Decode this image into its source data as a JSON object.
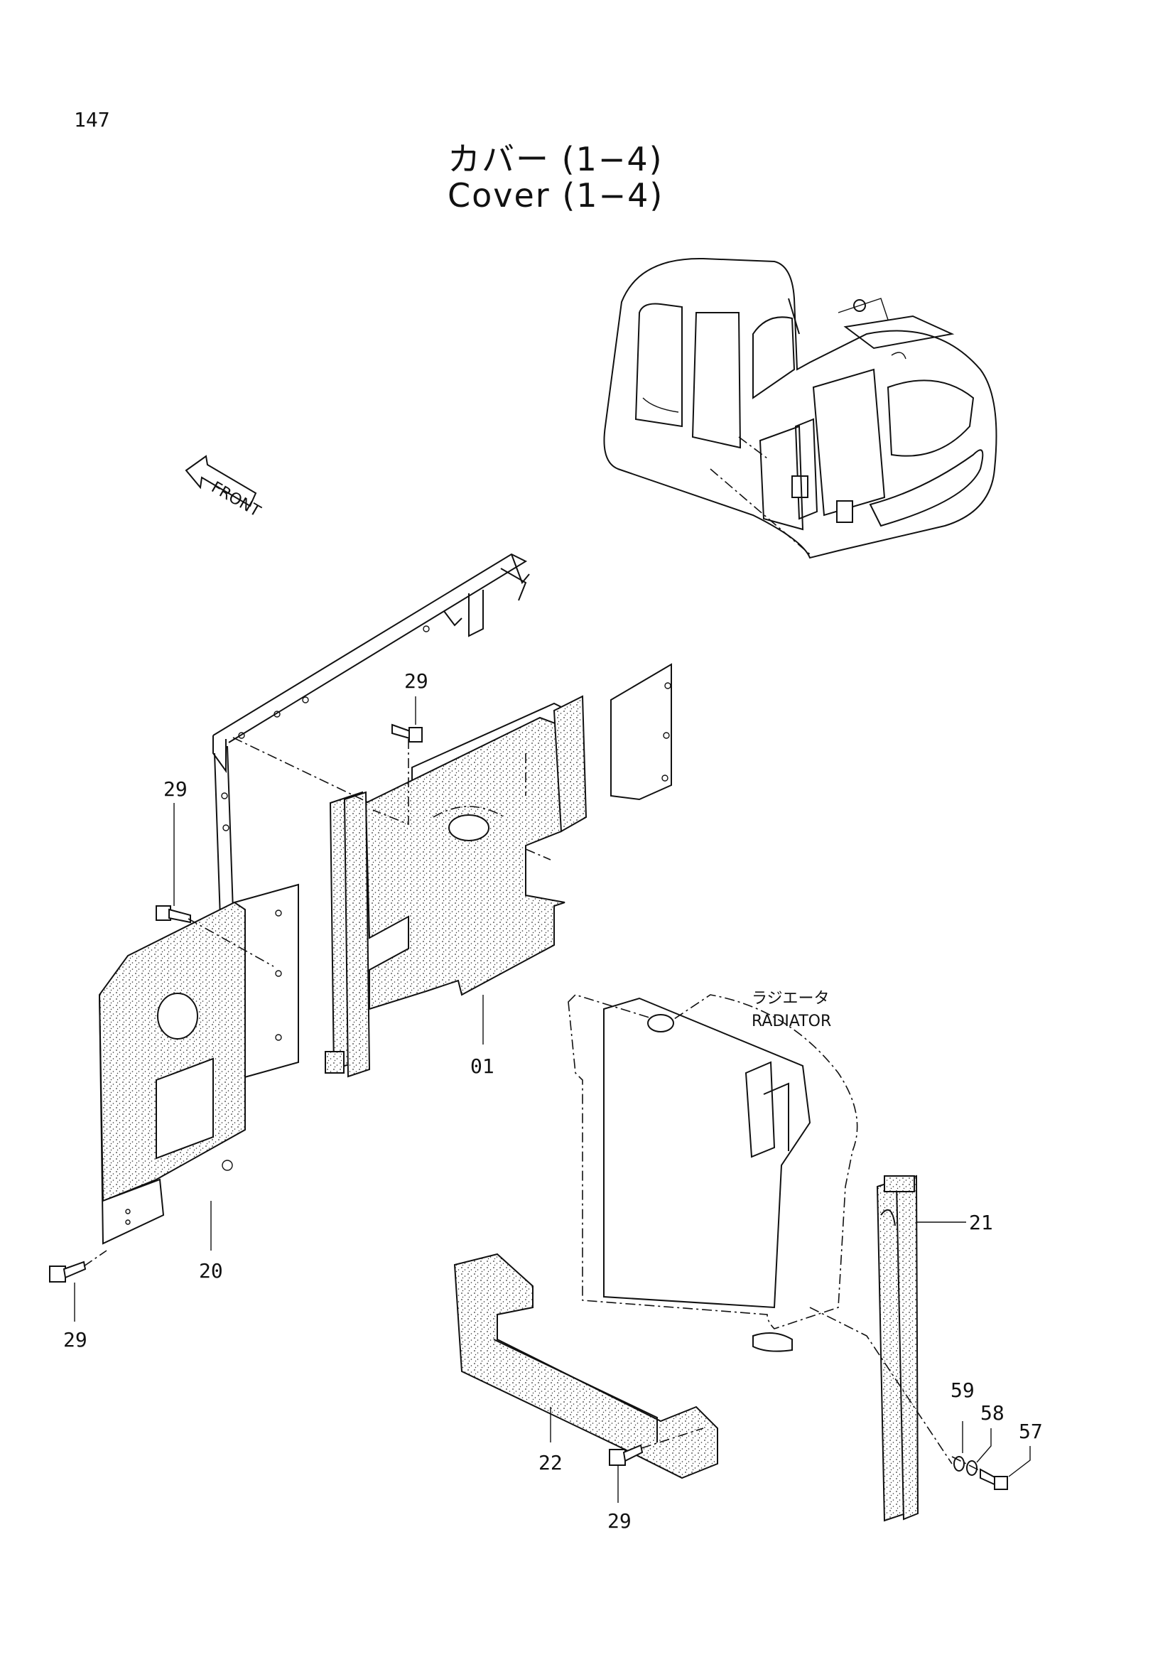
{
  "page": {
    "number": "147"
  },
  "title": {
    "jp": "カバー (1−4)",
    "en": "Cover (1−4)"
  },
  "front_arrow": {
    "label": "FRONT"
  },
  "radiator_label": {
    "jp": "ラジエータ",
    "en": "RADIATOR"
  },
  "callouts": {
    "c29_top": "29",
    "c29_left": "29",
    "c29_bottom_left": "29",
    "c29_bottom": "29",
    "c01": "01",
    "c20": "20",
    "c21": "21",
    "c22": "22",
    "c57": "57",
    "c58": "58",
    "c59": "59"
  }
}
